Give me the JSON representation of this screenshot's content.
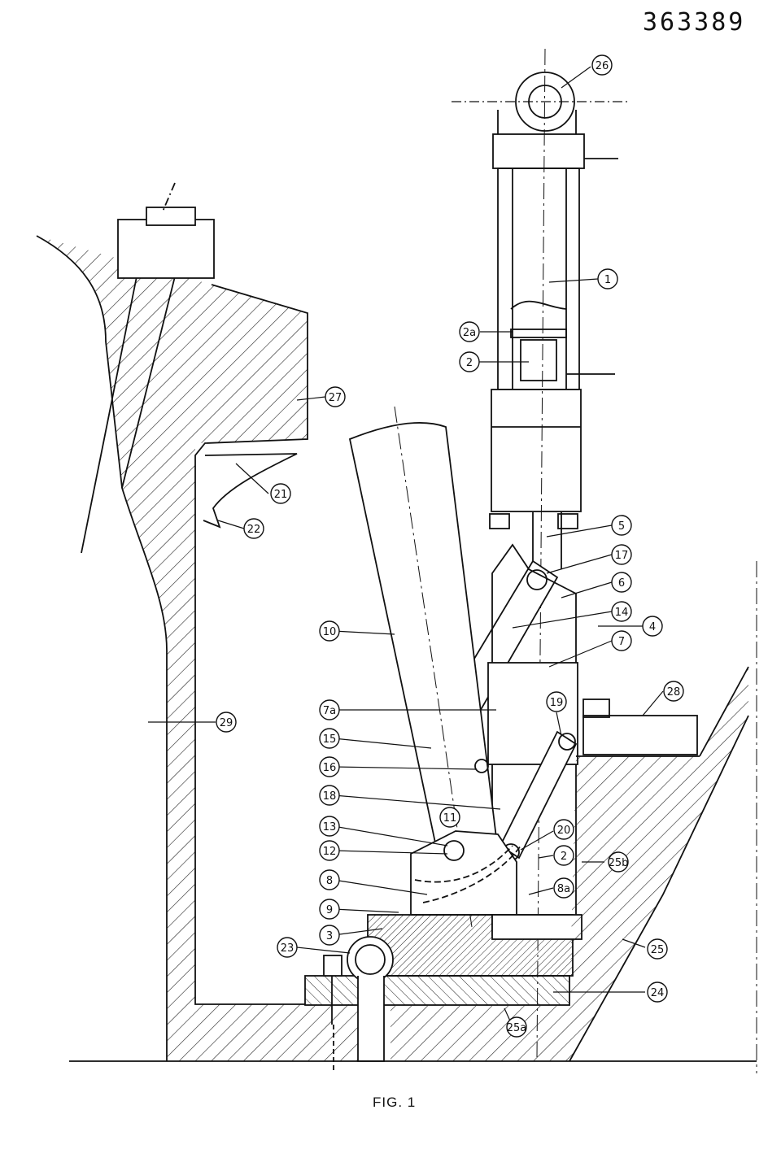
{
  "patent_number": "363389",
  "figure_caption": "FIG. 1",
  "labels": [
    "26",
    "1",
    "2a",
    "2",
    "27",
    "21",
    "22",
    "5",
    "17",
    "6",
    "14",
    "4",
    "10",
    "7",
    "29",
    "28",
    "7a",
    "19",
    "15",
    "16",
    "18",
    "11",
    "13",
    "20",
    "12",
    "2",
    "25b",
    "8",
    "8a",
    "9",
    "3",
    "25",
    "23",
    "24",
    "25a"
  ]
}
